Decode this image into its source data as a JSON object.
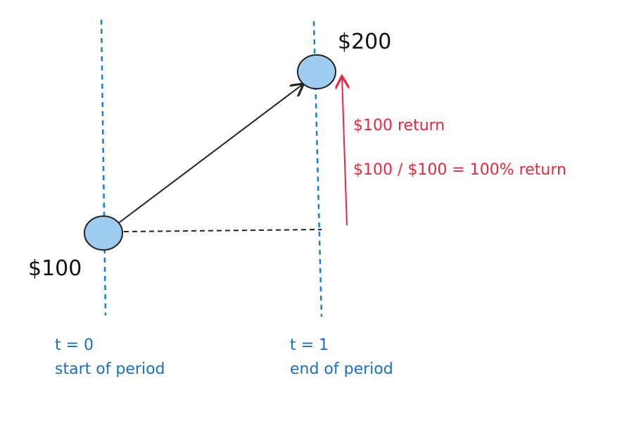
{
  "colors": {
    "guide": "#1a7fd4",
    "node_fill": "#9ecbf0",
    "node_stroke": "#222222",
    "return": "#e8283c",
    "axis_text": "#1a6fc4"
  },
  "nodes": {
    "start_value": "$100",
    "end_value": "$200"
  },
  "annotations": {
    "return_amount": "$100 return",
    "return_formula": "$100 / $100 = 100% return"
  },
  "timeline": [
    {
      "t": "t = 0",
      "label": "start of period"
    },
    {
      "t": "t = 1",
      "label": "end of period"
    }
  ]
}
